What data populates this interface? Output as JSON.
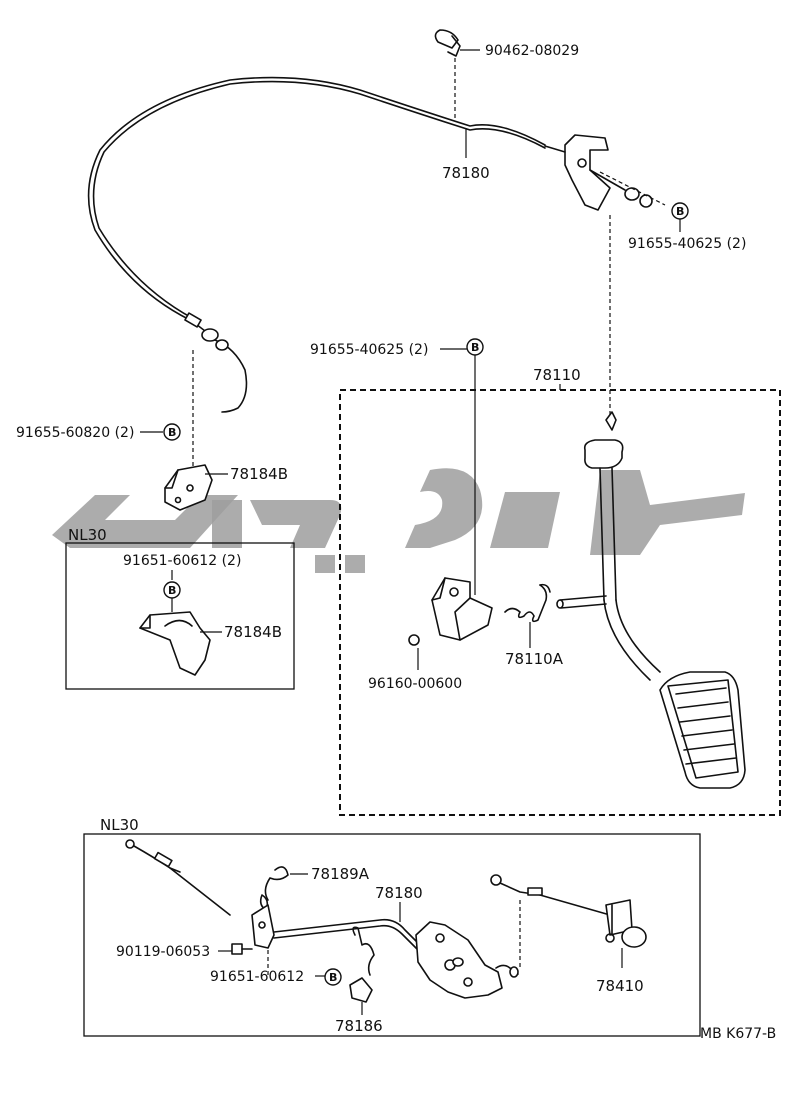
{
  "labels": {
    "p90462": "90462-08029",
    "p78180_top": "78180",
    "p91655_right": "91655-40625 (2)",
    "p91655_mid": "91655-40625 (2)",
    "p78110": "78110",
    "p91655_60820": "91655-60820 (2)",
    "p78184B_top": "78184B",
    "nl30_top": "NL30",
    "p91651_box": "91651-60612 (2)",
    "p78184B_box": "78184B",
    "p78110A": "78110A",
    "p96160": "96160-00600",
    "nl30_bottom": "NL30",
    "p78189A": "78189A",
    "p78180_bottom": "78180",
    "p90119": "90119-06053",
    "p91651_bottom": "91651-60612",
    "p78410": "78410",
    "p78186": "78186",
    "ref_code": "MB K677-B"
  },
  "badge": "B"
}
